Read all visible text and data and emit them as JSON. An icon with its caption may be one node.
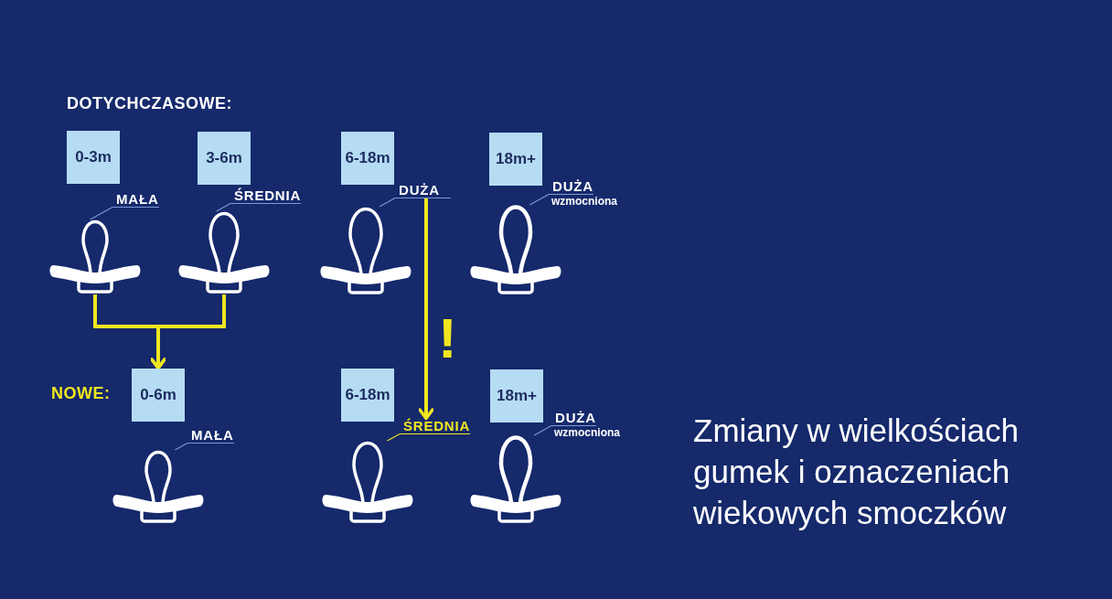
{
  "diagram": {
    "title": "Zmiany w wielkościach gumek i oznaczeniach wiekowych smoczków",
    "nodes": [
      {
        "text": [
          "0-3m"
        ]
      },
      {
        "text": [
          "3-6m"
        ]
      },
      {
        "text": [
          "6-18m"
        ]
      },
      {
        "text": [
          "18m+"
        ]
      },
      {
        "text": [
          "MAŁA"
        ]
      },
      {
        "text": [],
        "shape": "picture"
      },
      {
        "text": [
          "ŚREDNIA"
        ]
      },
      {
        "text": [],
        "shape": "picture"
      },
      {
        "text": [
          "DUŻA"
        ]
      },
      {
        "text": [],
        "shape": "picture"
      },
      {
        "text": [
          "DUŻA",
          "wzmocniona"
        ]
      },
      {
        "text": [],
        "shape": "picture"
      },
      {
        "text": [
          "0-6m"
        ]
      },
      {
        "text": [
          "6-18m"
        ]
      },
      {
        "text": [
          "18m+"
        ]
      },
      {
        "text": [
          "MAŁA"
        ]
      },
      {
        "text": [],
        "shape": "picture"
      },
      {
        "text": [
          "ŚREDNIA"
        ]
      },
      {
        "text": [],
        "shape": "picture"
      },
      {
        "text": [
          "DUŻA",
          "wzmocniona"
        ]
      },
      {
        "text": [],
        "shape": "picture"
      }
    ],
    "edges": [
      {
        "from": 4,
        "to": 5,
        "arrow": "none"
      },
      {
        "from": 6,
        "to": 7,
        "arrow": "none"
      },
      {
        "from": 8,
        "to": 9,
        "arrow": "none"
      },
      {
        "from": 10,
        "to": 11,
        "arrow": "none"
      },
      {
        "from": 15,
        "to": 16,
        "arrow": "none"
      },
      {
        "from": 17,
        "to": 18,
        "arrow": "none",
        "color": "#efe620"
      },
      {
        "from": 19,
        "to": 20,
        "arrow": "none"
      },
      {
        "from": 5,
        "to": 12,
        "arrow": "to",
        "style": "thick",
        "color": "#efe620"
      },
      {
        "from": 7,
        "to": 12,
        "arrow": "to",
        "style": "thick",
        "color": "#efe620"
      },
      {
        "from": 8,
        "to": 17,
        "arrow": "to",
        "label": "!",
        "style": "thick",
        "color": "#efe620"
      }
    ],
    "labels": [
      "DOTYCHCZASOWE:",
      "NOWE:"
    ]
  }
}
